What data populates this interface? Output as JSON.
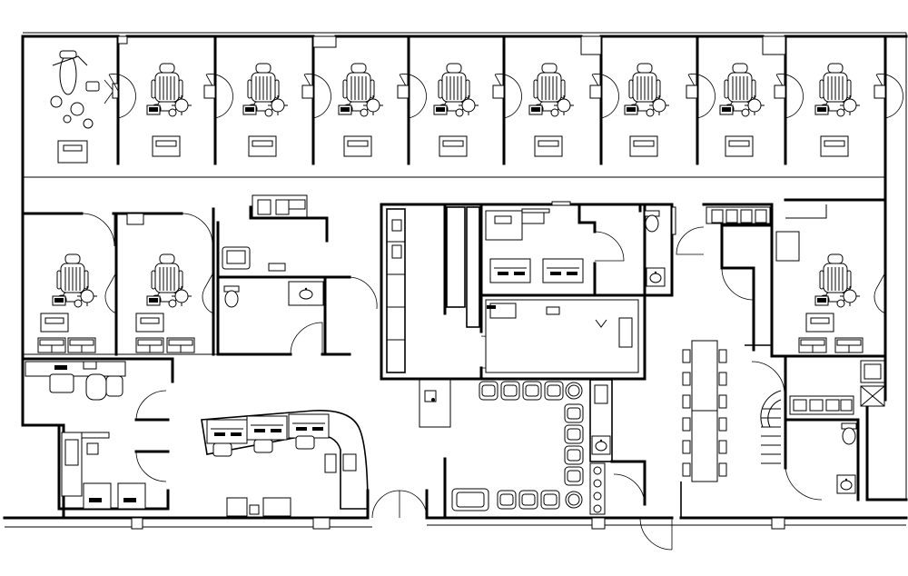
{
  "drawing": {
    "type": "dental office floor plan",
    "rooms": {
      "top_operatories": 9,
      "side_operatories": 3,
      "restrooms": 3,
      "reception_workstations": 3,
      "waiting_chairs": 11
    },
    "colors": {
      "line": "#000000",
      "background": "#ffffff"
    },
    "icons": [
      "dental-chair-icon",
      "stool-icon",
      "cabinet-icon",
      "toilet-icon",
      "sink-icon",
      "door-swing-icon",
      "workstation-icon",
      "lounge-chair-icon",
      "conference-table-icon",
      "staircase-icon"
    ]
  }
}
